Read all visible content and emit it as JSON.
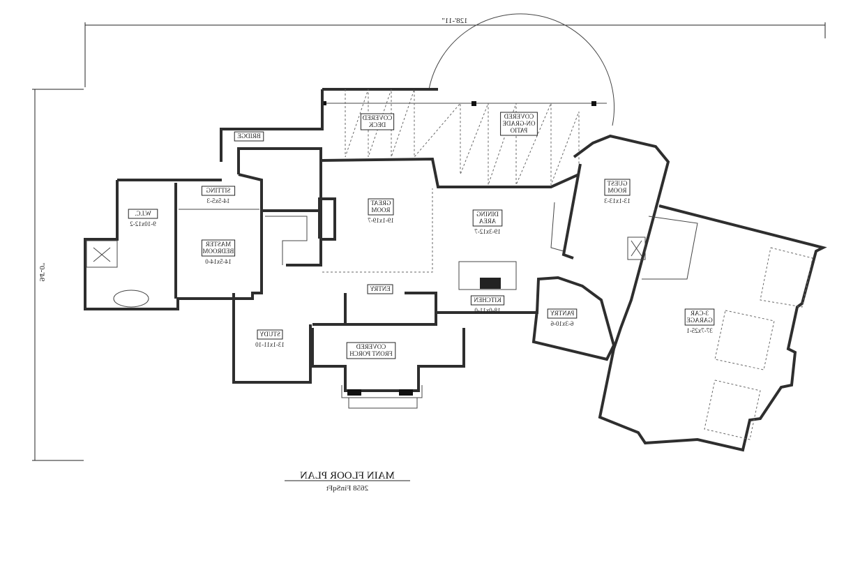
{
  "plan": {
    "title": "MAIN FLOOR PLAN",
    "area": "2658 FinSqFt",
    "width_dimension": "128'-11\"",
    "depth_dimension": "94'-0\"",
    "text_mirrored": true,
    "rooms": [
      {
        "name": "COVERED DECK",
        "lines": [
          "COVERED",
          "DECK"
        ],
        "size": ""
      },
      {
        "name": "COVERED ON-GRADE PATIO",
        "lines": [
          "COVERED",
          "ON-GRADE",
          "PATIO"
        ],
        "size": ""
      },
      {
        "name": "BRIDGE",
        "lines": [
          "BRIDGE"
        ],
        "size": ""
      },
      {
        "name": "SITTING",
        "lines": [
          "SITTING"
        ],
        "size": "14-5x5-3"
      },
      {
        "name": "W.I.C.",
        "lines": [
          "W.I.C."
        ],
        "size": "9-10x12-2"
      },
      {
        "name": "MASTER BEDROOM",
        "lines": [
          "MASTER",
          "BEDROOM"
        ],
        "size": "14-5x14-0"
      },
      {
        "name": "GREAT ROOM",
        "lines": [
          "GREAT",
          "ROOM"
        ],
        "size": "19-1x19-7"
      },
      {
        "name": "DINING AREA",
        "lines": [
          "DINING",
          "AREA"
        ],
        "size": "19-3x12-7"
      },
      {
        "name": "GUEST ROOM",
        "lines": [
          "GUEST",
          "ROOM"
        ],
        "size": "13-1x13-3"
      },
      {
        "name": "KITCHEN",
        "lines": [
          "KITCHEN"
        ],
        "size": "18-0x11-0"
      },
      {
        "name": "ENTRY",
        "lines": [
          "ENTRY"
        ],
        "size": ""
      },
      {
        "name": "STUDY",
        "lines": [
          "STUDY"
        ],
        "size": "13-1x11-10"
      },
      {
        "name": "COVERED FRONT PORCH",
        "lines": [
          "COVERED",
          "FRONT PORCH"
        ],
        "size": ""
      },
      {
        "name": "PANTRY",
        "lines": [
          "PANTRY"
        ],
        "size": "6-3x10-6"
      },
      {
        "name": "3-CAR GARAGE",
        "lines": [
          "3-CAR",
          "GARAGE"
        ],
        "size": "37-7x25-1"
      }
    ]
  }
}
